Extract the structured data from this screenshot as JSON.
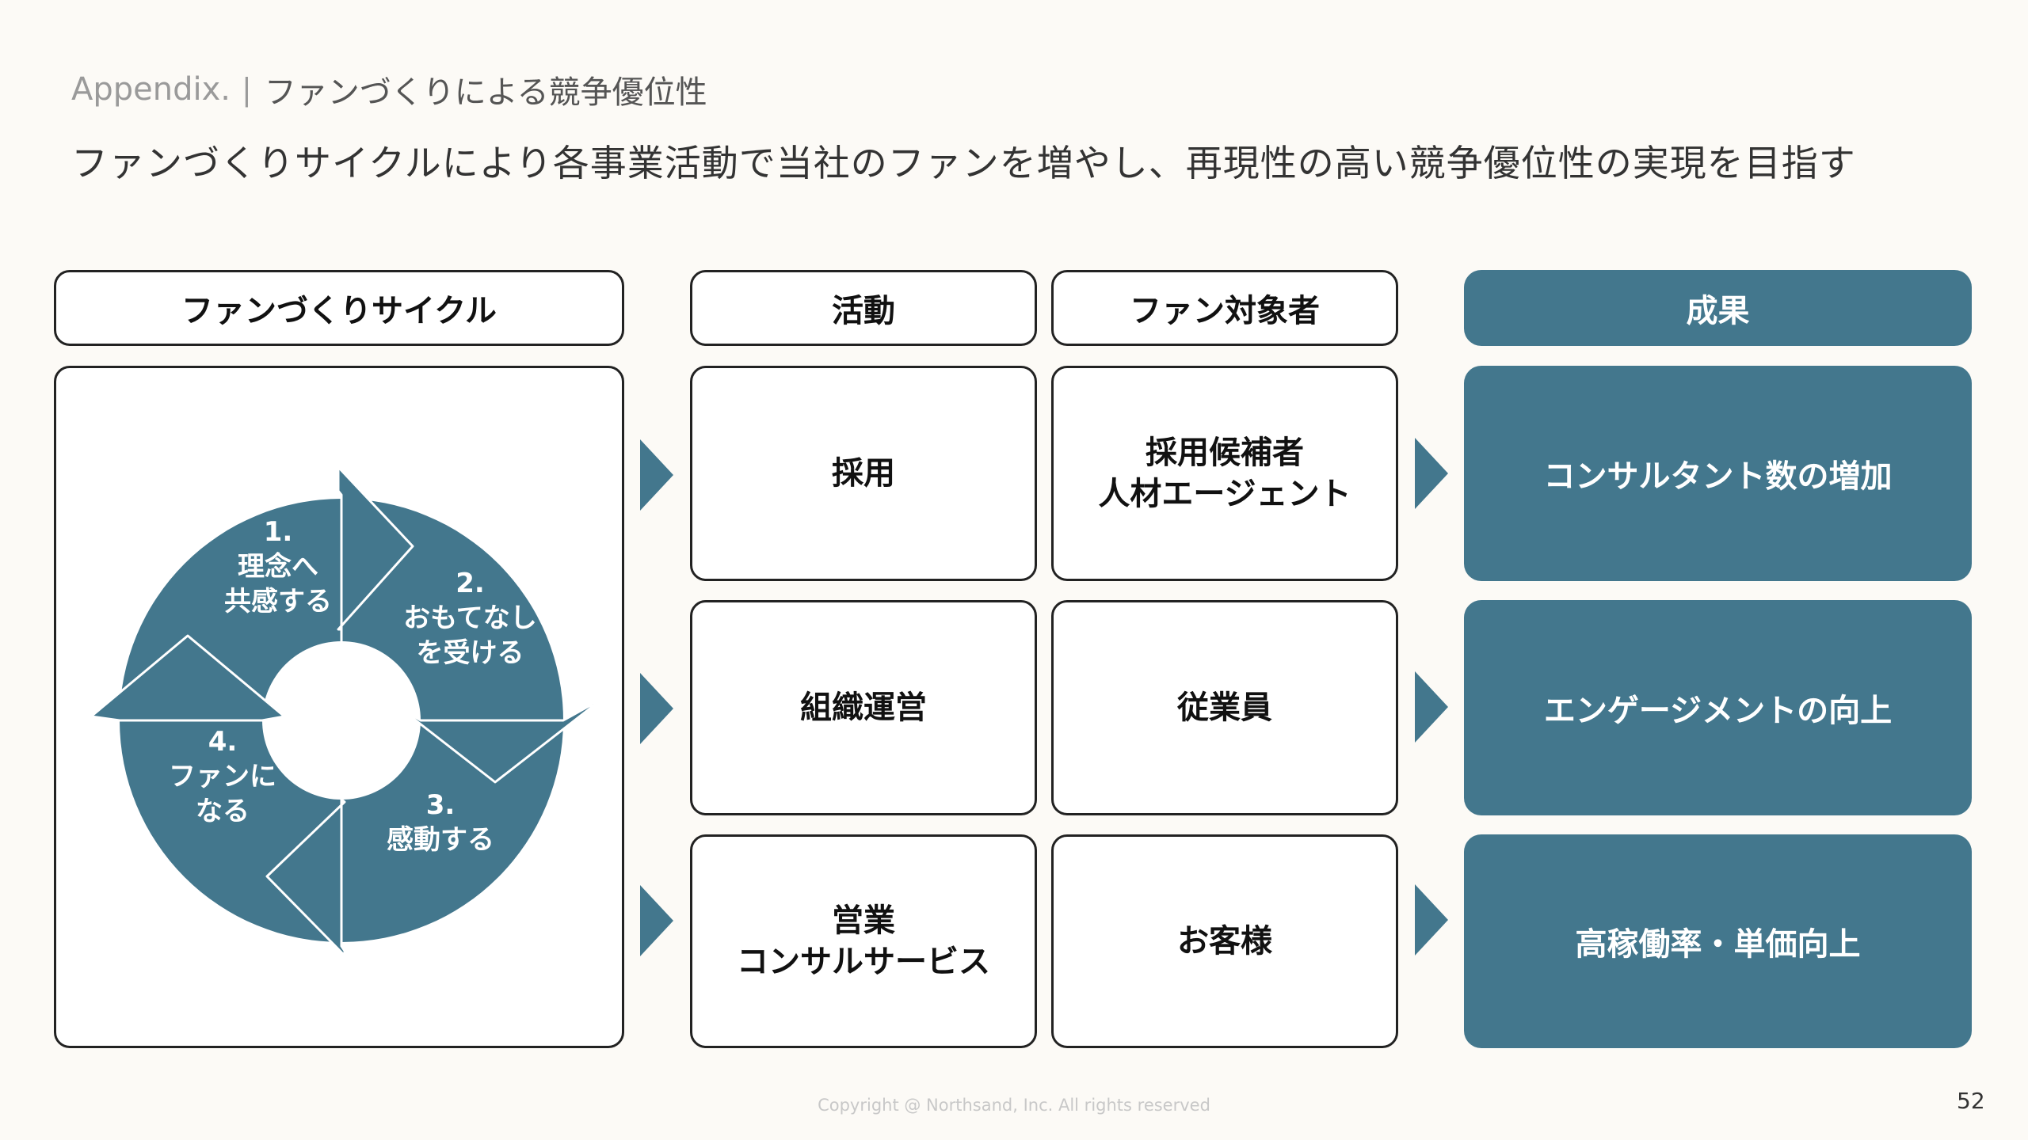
{
  "breadcrumb": {
    "prefix": "Appendix.",
    "separator": "|",
    "title": "ファンづくりによる競争優位性"
  },
  "headline": "ファンづくりサイクルにより各事業活動で当社のファンを増やし、再現性の高い競争優位性の実現を目指す",
  "headers": {
    "cycle": "ファンづくりサイクル",
    "activity": "活動",
    "target": "ファン対象者",
    "result": "成果"
  },
  "cycle_steps": [
    {
      "num": "1.",
      "line1": "理念へ",
      "line2": "共感する"
    },
    {
      "num": "2.",
      "line1": "おもてなし",
      "line2": "を受ける"
    },
    {
      "num": "3.",
      "line1": "感動する",
      "line2": ""
    },
    {
      "num": "4.",
      "line1": "ファンに",
      "line2": "なる"
    }
  ],
  "rows": [
    {
      "activity": "採用",
      "target": "採用候補者\n人材エージェント",
      "result": "コンサルタント数の増加"
    },
    {
      "activity": "組織運営",
      "target": "従業員",
      "result": "エンゲージメントの向上"
    },
    {
      "activity": "営業\nコンサルサービス",
      "target": "お客様",
      "result": "高稼働率・単価向上"
    }
  ],
  "colors": {
    "accent": "#43778d",
    "background": "#fcfaf6"
  },
  "footer": "Copyright @ Northsand, Inc. All rights reserved",
  "page_number": "52"
}
